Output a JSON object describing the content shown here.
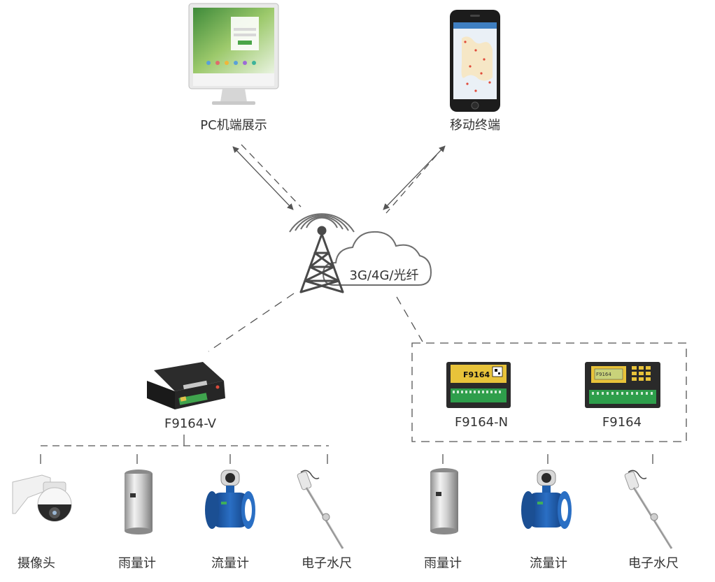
{
  "labels": {
    "pc": "PC机端展示",
    "mobile": "移动终端",
    "network": "3G/4G/光纤",
    "device_v": "F9164-V",
    "device_n": "F9164-N",
    "device_base": "F9164",
    "screen_device_n": "F9164",
    "screen_device_base": "F9164"
  },
  "sensors_left": [
    {
      "label": "摄像头",
      "icon": "camera-icon"
    },
    {
      "label": "雨量计",
      "icon": "rain-gauge-icon"
    },
    {
      "label": "流量计",
      "icon": "flowmeter-icon"
    },
    {
      "label": "电子水尺",
      "icon": "water-gauge-icon"
    }
  ],
  "sensors_right": [
    {
      "label": "雨量计",
      "icon": "rain-gauge-icon"
    },
    {
      "label": "流量计",
      "icon": "flowmeter-icon"
    },
    {
      "label": "电子水尺",
      "icon": "water-gauge-icon"
    }
  ],
  "colors": {
    "line": "#555555",
    "tower": "#4a4a4a",
    "flow_blue": "#1f5fae",
    "steel": "#c8c8c8",
    "yellow_panel": "#e8c33a",
    "terminal_green": "#2e9e4b"
  }
}
